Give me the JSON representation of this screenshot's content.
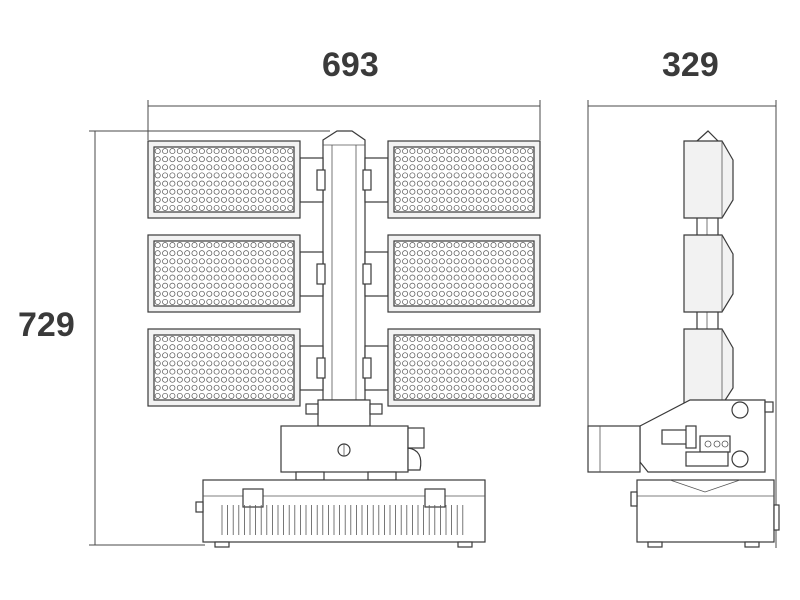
{
  "dimensions": {
    "width": "693",
    "depth": "329",
    "height": "729"
  },
  "colors": {
    "line": "#3a3a3a",
    "label": "#3a3a3a",
    "background": "#ffffff"
  },
  "front_view": {
    "panels": 6,
    "led_rows_per_panel": 8,
    "led_cols_per_panel": 19
  }
}
